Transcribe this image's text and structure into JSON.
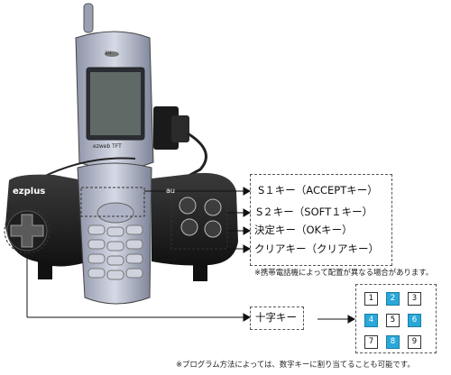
{
  "device": {
    "brand_logo": "ezplus",
    "carrier_logo_left": "au",
    "carrier_logo_right": "au",
    "phone_model_text": "ezweb TFT"
  },
  "callouts": {
    "s1": "S１キー（ACCEPTキー）",
    "s2": "S２キー（SOFT１キー）",
    "enter": "決定キー（OKキー）",
    "clear": "クリアキー（クリアキー）",
    "dpad": "十字キー"
  },
  "notes": {
    "layout_note": "※携帯電話機によって配置が異なる場合があります。",
    "program_note": "※プログラム方法によっては、数字キーに割り当てることも可能です。"
  },
  "keypad": {
    "keys": [
      "1",
      "2",
      "3",
      "4",
      "5",
      "6",
      "7",
      "8",
      "9"
    ],
    "highlighted": [
      "2",
      "4",
      "6",
      "8"
    ],
    "highlight_color": "#2aa8d9"
  }
}
